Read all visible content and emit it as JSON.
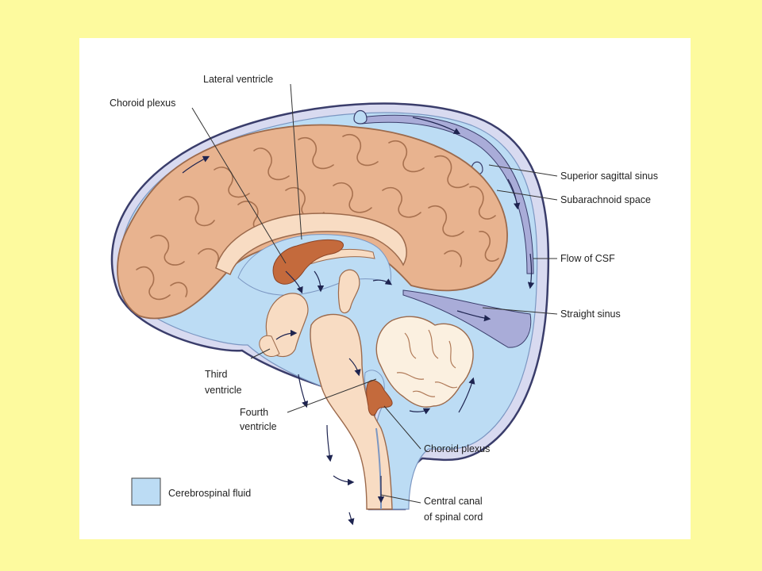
{
  "colors": {
    "slide_background": "#fdfa9e",
    "panel": "#ffffff",
    "csf": "#bcdcf4",
    "dura": "#d8daf0",
    "dura_edge": "#3a3d6b",
    "brain": "#e8b38f",
    "brain_edge": "#9c6a4c",
    "brainstem": "#f8dcc3",
    "choroid": "#c46a3c",
    "sinus": "#a9acd8"
  },
  "labels": {
    "lateral_ventricle": "Lateral ventricle",
    "choroid_plexus_top": "Choroid plexus",
    "superior_sagittal_sinus": "Superior sagittal sinus",
    "subarachnoid_space": "Subarachnoid space",
    "flow_of_csf": "Flow of CSF",
    "straight_sinus": "Straight sinus",
    "third_ventricle_1": "Third",
    "third_ventricle_2": "ventricle",
    "fourth_ventricle_1": "Fourth",
    "fourth_ventricle_2": "ventricle",
    "choroid_plexus_bottom": "Choroid plexus",
    "central_canal_1": "Central canal",
    "central_canal_2": "of spinal cord"
  },
  "legend": {
    "label": "Cerebrospinal fluid"
  }
}
